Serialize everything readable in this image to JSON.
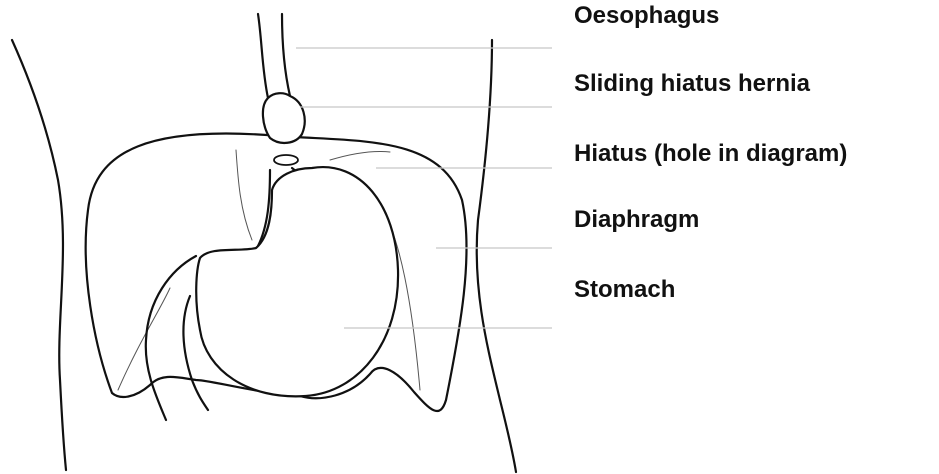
{
  "labels": {
    "oesophagus": "Oesophagus",
    "sliding_hiatus_hernia": "Sliding hiatus hernia",
    "hiatus": "Hiatus (hole in diagram)",
    "diaphragm": "Diaphragm",
    "stomach": "Stomach"
  },
  "colors": {
    "outline": "#111111",
    "leader": "#c8c8c8",
    "text": "#111111"
  }
}
